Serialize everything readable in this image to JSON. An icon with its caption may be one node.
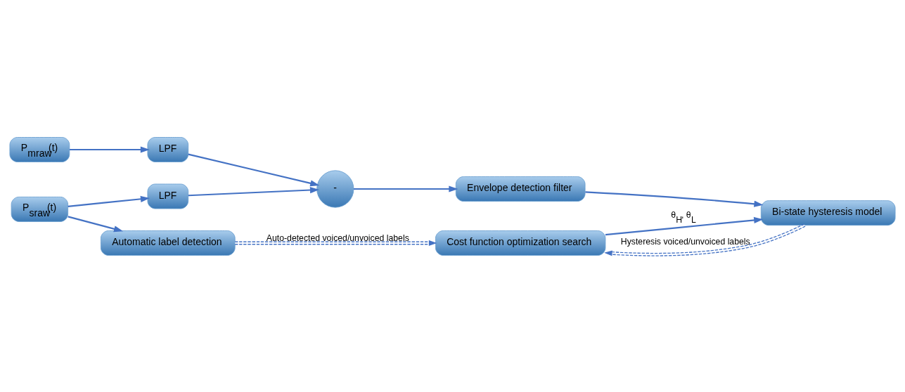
{
  "diagram": {
    "nodes": [
      {
        "text": [
          "P$_{mraw}$(t)"
        ]
      },
      {
        "text": [
          "LPF"
        ]
      },
      {
        "text": [
          "P$_{sraw}$(t)"
        ]
      },
      {
        "text": [
          "LPF"
        ]
      },
      {
        "text": [
          "-"
        ]
      },
      {
        "text": [
          "Envelope detection filter"
        ]
      },
      {
        "text": [
          "Bi-state hysteresis model"
        ]
      },
      {
        "text": [
          "Automatic label detection"
        ]
      },
      {
        "text": [
          "Cost function optimization search"
        ]
      }
    ],
    "edges": [
      {
        "from": 0,
        "to": 1,
        "arrow": "to"
      },
      {
        "from": 1,
        "to": 4,
        "arrow": "to"
      },
      {
        "from": 2,
        "to": 3,
        "arrow": "to"
      },
      {
        "from": 3,
        "to": 4,
        "arrow": "to"
      },
      {
        "from": 4,
        "to": 5,
        "arrow": "to"
      },
      {
        "from": 5,
        "to": 6,
        "arrow": "to"
      },
      {
        "from": 2,
        "to": 7,
        "arrow": "to"
      },
      {
        "from": 7,
        "to": 8,
        "arrow": "to",
        "label": "Auto-detected voiced/unvoiced labels",
        "style": "dashed"
      },
      {
        "from": 8,
        "to": 6,
        "arrow": "to",
        "label": "θ$_{H}$, θ$_{L}$"
      },
      {
        "from": 6,
        "to": 8,
        "arrow": "to",
        "label": "Hysteresis voiced/unvoiced labels",
        "style": "dashed"
      }
    ]
  }
}
